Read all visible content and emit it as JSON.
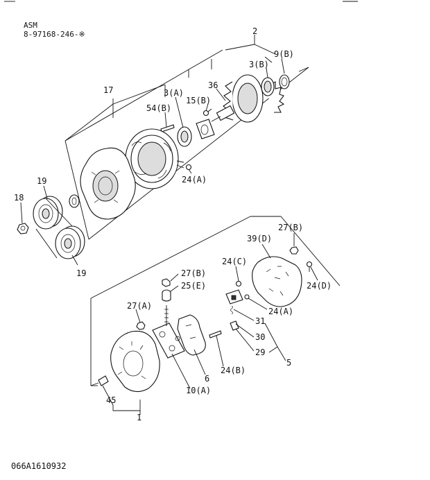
{
  "header": {
    "assembly_label": "ASM",
    "part_number": "8-97168-246-※"
  },
  "footer": {
    "drawing_code": "066A1610932"
  },
  "callouts": {
    "c2": "2",
    "c9b": "9(B)",
    "c3b": "3(B)",
    "c36": "36",
    "c17": "17",
    "c3a": "3(A)",
    "c15b": "15(B)",
    "c54b": "54(B)",
    "c24a_top": "24(A)",
    "c19_top": "19",
    "c18": "18",
    "c19_bottom": "19",
    "c27b_right": "27(B)",
    "c39d": "39(D)",
    "c24c": "24(C)",
    "c24d": "24(D)",
    "c27b_mid": "27(B)",
    "c25e": "25(E)",
    "c24a_mid": "24(A)",
    "c27a": "27(A)",
    "c31": "31",
    "c30": "30",
    "c29": "29",
    "c5": "5",
    "c24b": "24(B)",
    "c6": "6",
    "c10a": "10(A)",
    "c45": "45",
    "c1": "1"
  }
}
